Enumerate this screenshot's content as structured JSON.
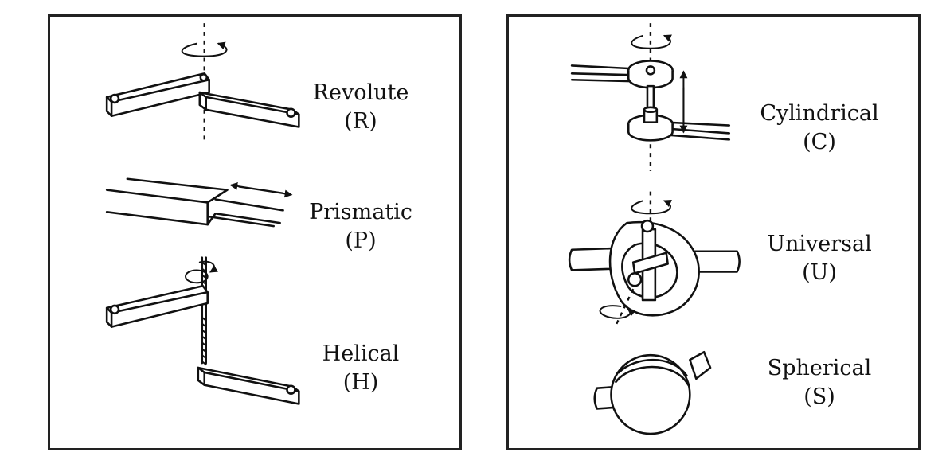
{
  "colors": {
    "ink": "#111111",
    "background": "#ffffff",
    "frame": "#222222"
  },
  "left_panel": {
    "joints": [
      {
        "name": "Revolute",
        "abbrev": "(R)",
        "icon": "revolute-joint-icon"
      },
      {
        "name": "Prismatic",
        "abbrev": "(P)",
        "icon": "prismatic-joint-icon"
      },
      {
        "name": "Helical",
        "abbrev": "(H)",
        "icon": "helical-joint-icon"
      }
    ]
  },
  "right_panel": {
    "joints": [
      {
        "name": "Cylindrical",
        "abbrev": "(C)",
        "icon": "cylindrical-joint-icon"
      },
      {
        "name": "Universal",
        "abbrev": "(U)",
        "icon": "universal-joint-icon"
      },
      {
        "name": "Spherical",
        "abbrev": "(S)",
        "icon": "spherical-joint-icon"
      }
    ]
  }
}
